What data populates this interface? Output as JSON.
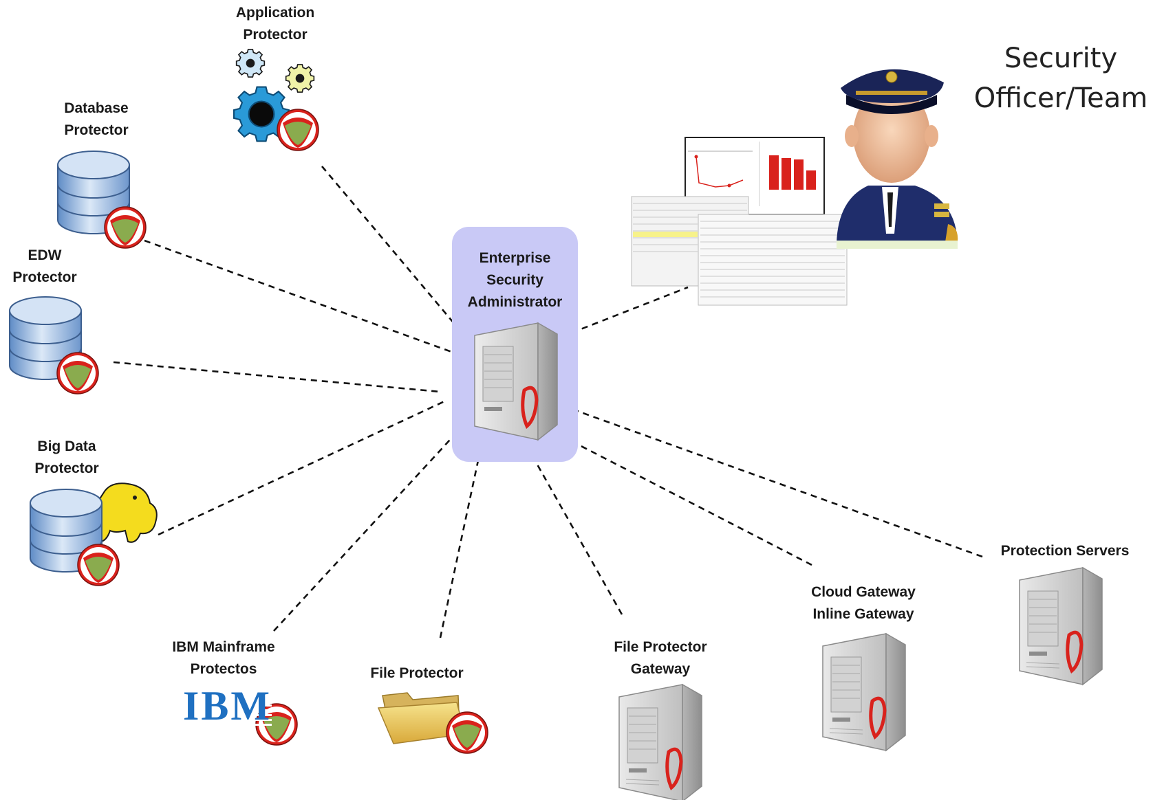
{
  "labels": {
    "application_protector": [
      "Application",
      "Protector"
    ],
    "database_protector": [
      "Database",
      "Protector"
    ],
    "edw_protector": [
      "EDW",
      "Protector"
    ],
    "big_data_protector": [
      "Big Data",
      "Protector"
    ],
    "enterprise_security_administrator": [
      "Enterprise",
      "Security",
      "Administrator"
    ],
    "security_officer": [
      "Security",
      "Officer/Team"
    ],
    "ibm_mainframe": [
      "IBM Mainframe",
      "Protectos"
    ],
    "file_protector": "File Protector",
    "file_protector_gateway": [
      "File Protector",
      "Gateway"
    ],
    "cloud_gateway": [
      "Cloud Gateway",
      "Inline Gateway"
    ],
    "protection_servers": "Protection Servers"
  },
  "logos": {
    "ibm": "IBM"
  },
  "colors": {
    "hub_box": "#c9c9f6",
    "db_blue": "#7fa7d6",
    "badge_red": "#d9221c",
    "badge_green": "#8aab4e",
    "gear_blue": "#2a9ad8",
    "ibm_blue": "#1f70c1"
  }
}
